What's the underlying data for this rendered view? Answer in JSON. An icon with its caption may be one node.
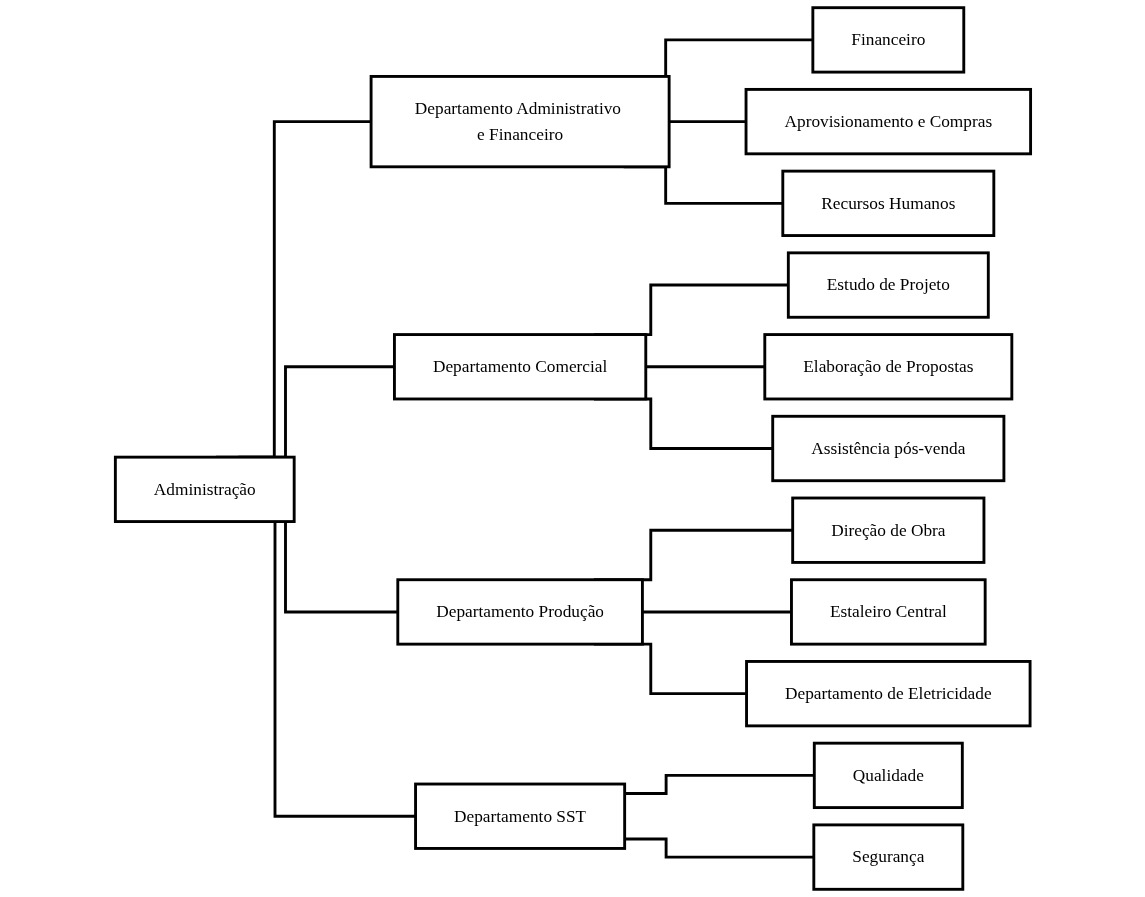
{
  "diagram": {
    "nodes": [
      {
        "text": [
          "Administração"
        ]
      },
      {
        "text": [
          "Departamento Administrativo e Financeiro"
        ]
      },
      {
        "text": [
          "Financeiro"
        ]
      },
      {
        "text": [
          "Aprovisionamento e Compras"
        ]
      },
      {
        "text": [
          "Recursos Humanos"
        ]
      },
      {
        "text": [
          "Departamento Comercial"
        ]
      },
      {
        "text": [
          "Estudo de Projeto"
        ]
      },
      {
        "text": [
          "Elaboração de Propostas"
        ]
      },
      {
        "text": [
          "Assistência pós-venda"
        ]
      },
      {
        "text": [
          "Departamento Produção"
        ]
      },
      {
        "text": [
          "Direção de Obra"
        ]
      },
      {
        "text": [
          "Estaleiro Central"
        ]
      },
      {
        "text": [
          "Departamento de Eletricidade"
        ]
      },
      {
        "text": [
          "Departamento SST"
        ]
      },
      {
        "text": [
          "Qualidade"
        ]
      },
      {
        "text": [
          "Segurança"
        ]
      }
    ],
    "edges": [
      {
        "from": 0,
        "to": 1,
        "arrow": "none"
      },
      {
        "from": 1,
        "to": 2,
        "arrow": "none"
      },
      {
        "from": 1,
        "to": 3,
        "arrow": "none"
      },
      {
        "from": 1,
        "to": 4,
        "arrow": "none"
      },
      {
        "from": 0,
        "to": 5,
        "arrow": "none"
      },
      {
        "from": 5,
        "to": 6,
        "arrow": "none"
      },
      {
        "from": 5,
        "to": 7,
        "arrow": "none"
      },
      {
        "from": 5,
        "to": 8,
        "arrow": "none"
      },
      {
        "from": 0,
        "to": 9,
        "arrow": "none"
      },
      {
        "from": 9,
        "to": 10,
        "arrow": "none"
      },
      {
        "from": 9,
        "to": 11,
        "arrow": "none"
      },
      {
        "from": 9,
        "to": 12,
        "arrow": "none"
      },
      {
        "from": 0,
        "to": 13,
        "arrow": "none"
      },
      {
        "from": 13,
        "to": 14,
        "arrow": "none"
      },
      {
        "from": 13,
        "to": 15,
        "arrow": "none"
      }
    ]
  }
}
